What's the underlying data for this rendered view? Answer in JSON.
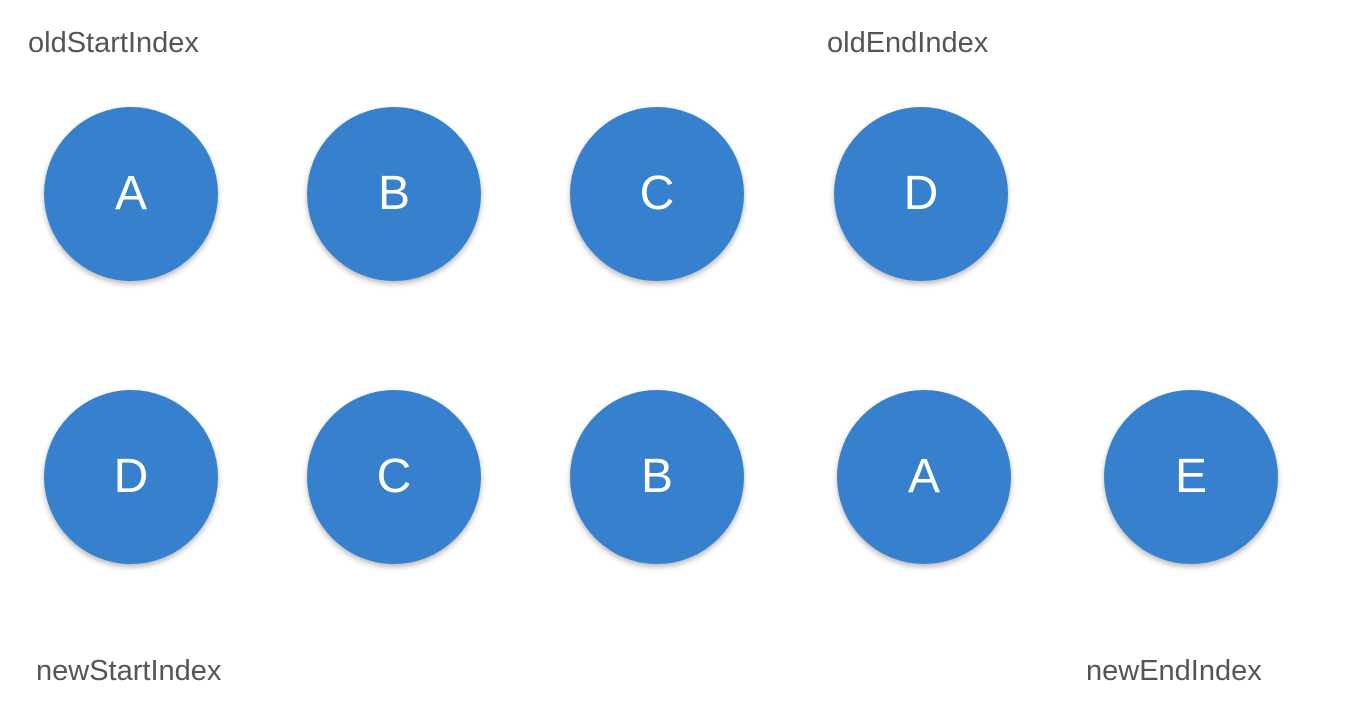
{
  "labels": {
    "old_start": "oldStartIndex",
    "old_end": "oldEndIndex",
    "new_start": "newStartIndex",
    "new_end": "newEndIndex"
  },
  "old_nodes": [
    "A",
    "B",
    "C",
    "D"
  ],
  "new_nodes": [
    "D",
    "C",
    "B",
    "A",
    "E"
  ],
  "colors": {
    "node_fill": "#3780cd",
    "node_text": "#ffffff",
    "label_text": "#555555",
    "background": "#ffffff"
  }
}
